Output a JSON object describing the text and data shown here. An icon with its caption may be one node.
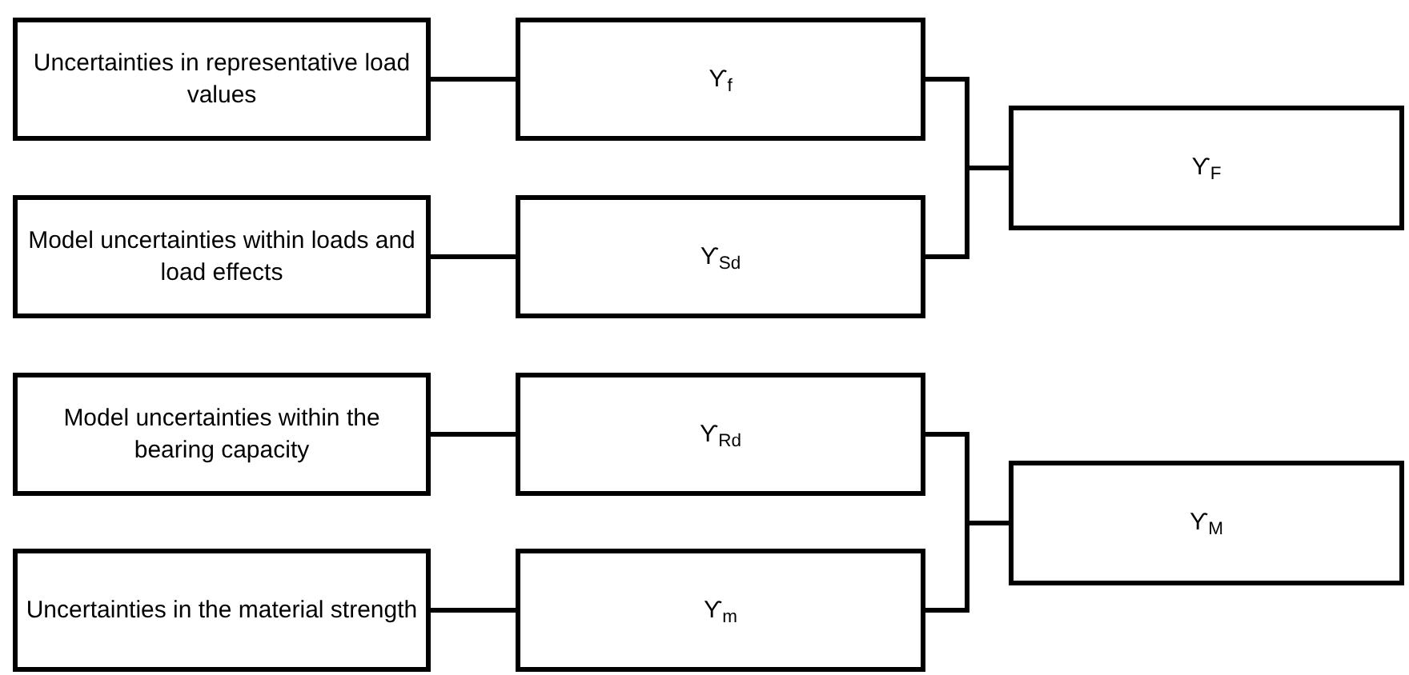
{
  "diagram": {
    "nodes": [
      {
        "text": [
          "Uncertainties in representative load values"
        ]
      },
      {
        "text": [
          "ϒ$_{f}$"
        ]
      },
      {
        "text": [
          "ϒ$_{F}$"
        ]
      },
      {
        "text": [
          "Model uncertainties within loads and load effects"
        ]
      },
      {
        "text": [
          "ϒ$_{Sd}$"
        ]
      },
      {
        "text": [
          "Model uncertainties within the bearing capacity"
        ]
      },
      {
        "text": [
          "ϒ$_{Rd}$"
        ]
      },
      {
        "text": [
          "ϒ$_{M}$"
        ]
      },
      {
        "text": [
          "Uncertainties in the material strength"
        ]
      },
      {
        "text": [
          "ϒ$_{m}$"
        ]
      }
    ],
    "edges": [
      {
        "from": 0,
        "to": 1,
        "arrow": "none"
      },
      {
        "from": 3,
        "to": 4,
        "arrow": "none"
      },
      {
        "from": 5,
        "to": 6,
        "arrow": "none"
      },
      {
        "from": 8,
        "to": 9,
        "arrow": "none"
      },
      {
        "from": 1,
        "to": 2,
        "arrow": "none"
      },
      {
        "from": 4,
        "to": 2,
        "arrow": "none"
      },
      {
        "from": 6,
        "to": 7,
        "arrow": "none"
      },
      {
        "from": 9,
        "to": 7,
        "arrow": "none"
      }
    ]
  }
}
